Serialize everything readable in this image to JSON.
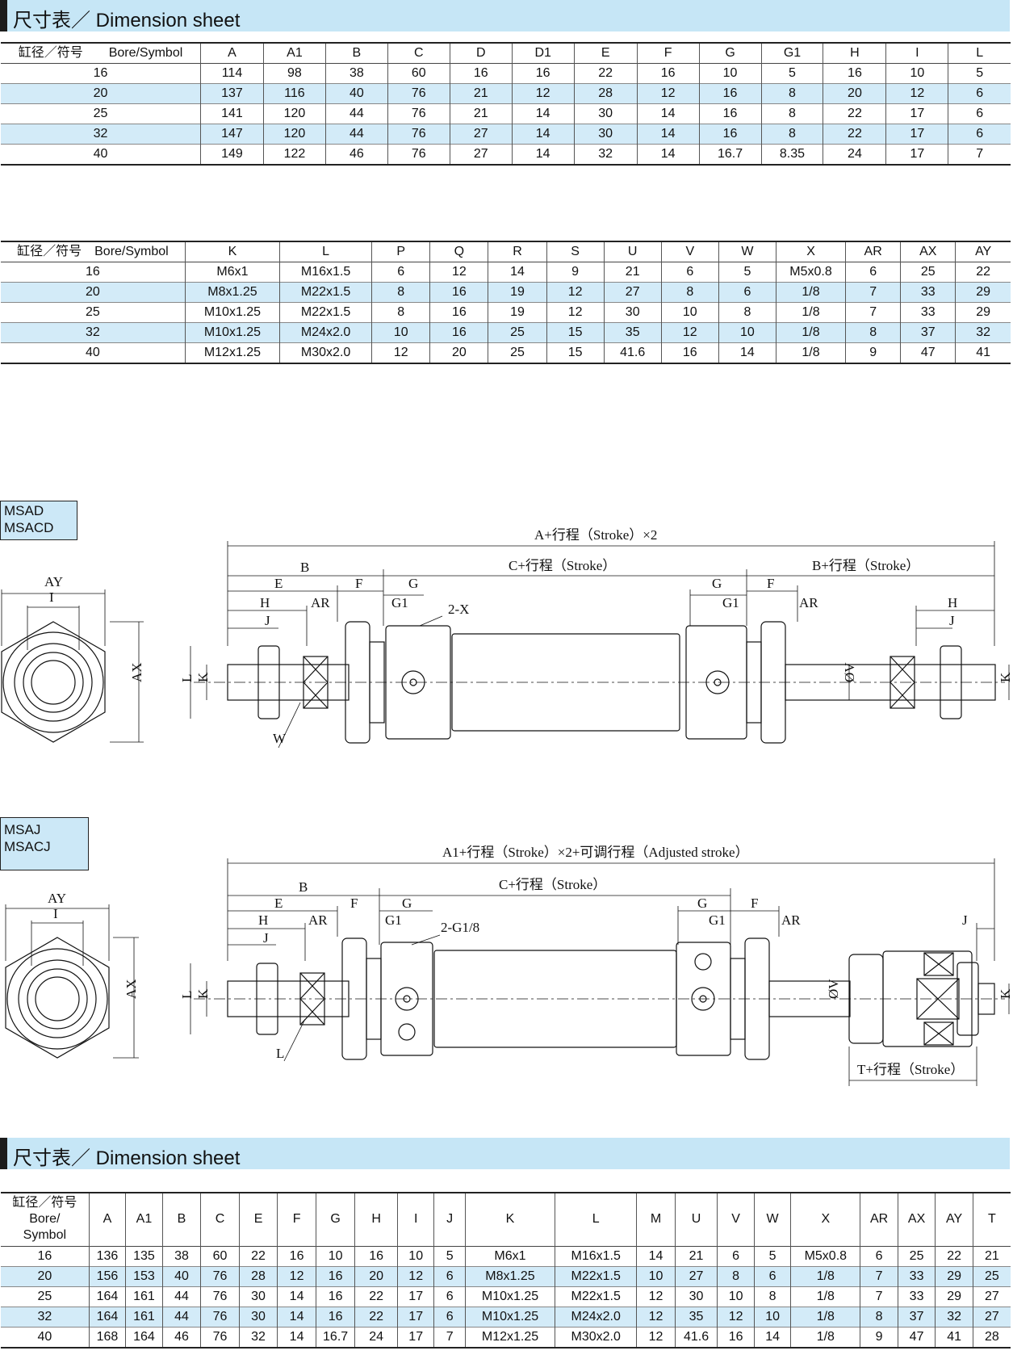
{
  "sheet_title": "尺寸表／ Dimension sheet",
  "table1": {
    "symbol_header": "缸径／符号　　Bore/Symbol",
    "columns": [
      "A",
      "A1",
      "B",
      "C",
      "D",
      "D1",
      "E",
      "F",
      "G",
      "G1",
      "H",
      "I",
      "L"
    ],
    "rows": [
      [
        "16",
        "114",
        "98",
        "38",
        "60",
        "16",
        "16",
        "22",
        "16",
        "10",
        "5",
        "16",
        "10",
        "5"
      ],
      [
        "20",
        "137",
        "116",
        "40",
        "76",
        "21",
        "12",
        "28",
        "12",
        "16",
        "8",
        "20",
        "12",
        "6"
      ],
      [
        "25",
        "141",
        "120",
        "44",
        "76",
        "21",
        "14",
        "30",
        "14",
        "16",
        "8",
        "22",
        "17",
        "6"
      ],
      [
        "32",
        "147",
        "120",
        "44",
        "76",
        "27",
        "14",
        "30",
        "14",
        "16",
        "8",
        "22",
        "17",
        "6"
      ],
      [
        "40",
        "149",
        "122",
        "46",
        "76",
        "27",
        "14",
        "32",
        "14",
        "16.7",
        "8.35",
        "24",
        "17",
        "7"
      ]
    ]
  },
  "table2": {
    "symbol_header": "缸径／符号　Bore/Symbol",
    "columns": [
      "K",
      "L",
      "P",
      "Q",
      "R",
      "S",
      "U",
      "V",
      "W",
      "X",
      "AR",
      "AX",
      "AY"
    ],
    "rows": [
      [
        "16",
        "M6x1",
        "M16x1.5",
        "6",
        "12",
        "14",
        "9",
        "21",
        "6",
        "5",
        "M5x0.8",
        "6",
        "25",
        "22"
      ],
      [
        "20",
        "M8x1.25",
        "M22x1.5",
        "8",
        "16",
        "19",
        "12",
        "27",
        "8",
        "6",
        "1/8",
        "7",
        "33",
        "29"
      ],
      [
        "25",
        "M10x1.25",
        "M22x1.5",
        "8",
        "16",
        "19",
        "12",
        "30",
        "10",
        "8",
        "1/8",
        "7",
        "33",
        "29"
      ],
      [
        "32",
        "M10x1.25",
        "M24x2.0",
        "10",
        "16",
        "25",
        "15",
        "35",
        "12",
        "10",
        "1/8",
        "8",
        "37",
        "32"
      ],
      [
        "40",
        "M12x1.25",
        "M30x2.0",
        "12",
        "20",
        "25",
        "15",
        "41.6",
        "16",
        "14",
        "1/8",
        "9",
        "47",
        "41"
      ]
    ]
  },
  "drawing1": {
    "model_line1": "MSAD",
    "model_line2": "MSACD",
    "overall": "A+行程（Stroke）×2",
    "mid": "C+行程（Stroke）",
    "right": "B+行程（Stroke）",
    "labels": {
      "B": "B",
      "E": "E",
      "F": "F",
      "G": "G",
      "G1": "G1",
      "H": "H",
      "J": "J",
      "AR": "AR",
      "X": "2-X",
      "W": "W",
      "L": "L",
      "K": "K",
      "V": "ØV",
      "AY": "AY",
      "I": "I",
      "AX": "AX"
    }
  },
  "drawing2": {
    "model_line1": "MSAJ",
    "model_line2": "MSACJ",
    "overall": "A1+行程（Stroke）×2+可调行程（Adjusted stroke）",
    "mid": "C+行程（Stroke）",
    "bottom": "T+行程（Stroke）",
    "labels": {
      "B": "B",
      "E": "E",
      "F": "F",
      "G": "G",
      "G1": "G1",
      "H": "H",
      "J": "J",
      "AR": "AR",
      "G18": "2-G1/8",
      "L": "L",
      "K": "K",
      "V": "ØV",
      "AY": "AY",
      "I": "I",
      "AX": "AX"
    }
  },
  "table3": {
    "symbol_header_line1": "缸径／符号",
    "symbol_header_line2": "Bore/",
    "symbol_header_line3": "Symbol",
    "columns": [
      "A",
      "A1",
      "B",
      "C",
      "E",
      "F",
      "G",
      "H",
      "I",
      "J",
      "K",
      "L",
      "M",
      "U",
      "V",
      "W",
      "X",
      "AR",
      "AX",
      "AY",
      "T"
    ],
    "rows": [
      [
        "16",
        "136",
        "135",
        "38",
        "60",
        "22",
        "16",
        "10",
        "16",
        "10",
        "5",
        "M6x1",
        "M16x1.5",
        "14",
        "21",
        "6",
        "5",
        "M5x0.8",
        "6",
        "25",
        "22",
        "21"
      ],
      [
        "20",
        "156",
        "153",
        "40",
        "76",
        "28",
        "12",
        "16",
        "20",
        "12",
        "6",
        "M8x1.25",
        "M22x1.5",
        "10",
        "27",
        "8",
        "6",
        "1/8",
        "7",
        "33",
        "29",
        "25"
      ],
      [
        "25",
        "164",
        "161",
        "44",
        "76",
        "30",
        "14",
        "16",
        "22",
        "17",
        "6",
        "M10x1.25",
        "M22x1.5",
        "12",
        "30",
        "10",
        "8",
        "1/8",
        "7",
        "33",
        "29",
        "27"
      ],
      [
        "32",
        "164",
        "161",
        "44",
        "76",
        "30",
        "14",
        "16",
        "22",
        "17",
        "6",
        "M10x1.25",
        "M24x2.0",
        "12",
        "35",
        "12",
        "10",
        "1/8",
        "8",
        "37",
        "32",
        "27"
      ],
      [
        "40",
        "168",
        "164",
        "46",
        "76",
        "32",
        "14",
        "16.7",
        "24",
        "17",
        "7",
        "M12x1.25",
        "M30x2.0",
        "12",
        "41.6",
        "16",
        "14",
        "1/8",
        "9",
        "47",
        "41",
        "28"
      ]
    ]
  }
}
